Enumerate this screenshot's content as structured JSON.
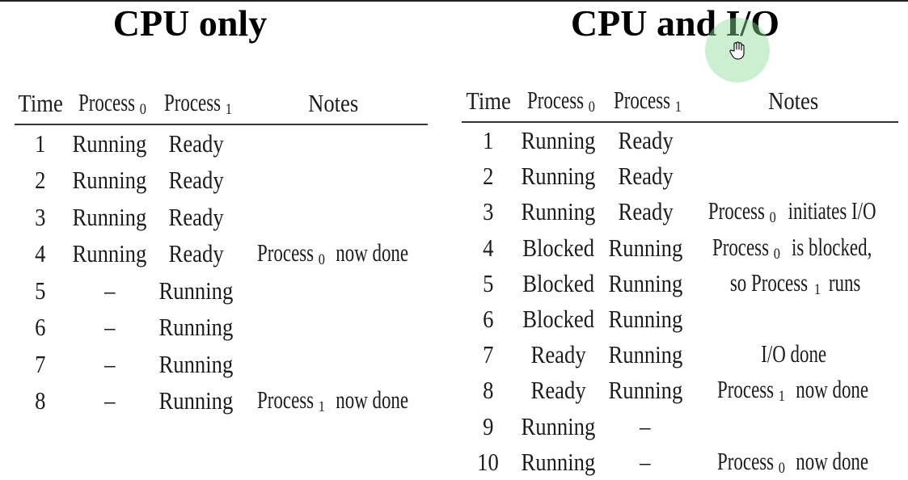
{
  "titles": {
    "left": "CPU only",
    "right": "CPU and I/O"
  },
  "left_table": {
    "headers": {
      "time": "Time",
      "process0": {
        "base": "Process",
        "sub": "0"
      },
      "process1": {
        "base": "Process",
        "sub": "1"
      },
      "notes": "Notes"
    },
    "rows": [
      {
        "time": "1",
        "p0": "Running",
        "p1": "Ready",
        "note": {
          "pre": "",
          "sub": "",
          "post": ""
        }
      },
      {
        "time": "2",
        "p0": "Running",
        "p1": "Ready",
        "note": {
          "pre": "",
          "sub": "",
          "post": ""
        }
      },
      {
        "time": "3",
        "p0": "Running",
        "p1": "Ready",
        "note": {
          "pre": "",
          "sub": "",
          "post": ""
        }
      },
      {
        "time": "4",
        "p0": "Running",
        "p1": "Ready",
        "note": {
          "pre": "Process",
          "sub": "0",
          "post": " now done"
        }
      },
      {
        "time": "5",
        "p0": "–",
        "p1": "Running",
        "note": {
          "pre": "",
          "sub": "",
          "post": ""
        }
      },
      {
        "time": "6",
        "p0": "–",
        "p1": "Running",
        "note": {
          "pre": "",
          "sub": "",
          "post": ""
        }
      },
      {
        "time": "7",
        "p0": "–",
        "p1": "Running",
        "note": {
          "pre": "",
          "sub": "",
          "post": ""
        }
      },
      {
        "time": "8",
        "p0": "–",
        "p1": "Running",
        "note": {
          "pre": "Process",
          "sub": "1",
          "post": " now done"
        }
      }
    ]
  },
  "right_table": {
    "headers": {
      "time": "Time",
      "process0": {
        "base": "Process",
        "sub": "0"
      },
      "process1": {
        "base": "Process",
        "sub": "1"
      },
      "notes": "Notes"
    },
    "rows": [
      {
        "time": "1",
        "p0": "Running",
        "p1": "Ready",
        "note": {
          "pre": "",
          "sub": "",
          "post": ""
        }
      },
      {
        "time": "2",
        "p0": "Running",
        "p1": "Ready",
        "note": {
          "pre": "",
          "sub": "",
          "post": ""
        }
      },
      {
        "time": "3",
        "p0": "Running",
        "p1": "Ready",
        "note": {
          "pre": "Process",
          "sub": "0",
          "post": " initiates I/O"
        }
      },
      {
        "time": "4",
        "p0": "Blocked",
        "p1": "Running",
        "note": {
          "pre": "Process",
          "sub": "0",
          "post": " is blocked,"
        }
      },
      {
        "time": "5",
        "p0": "Blocked",
        "p1": "Running",
        "note": {
          "pre": "so Process",
          "sub": "1",
          "post": " runs"
        }
      },
      {
        "time": "6",
        "p0": "Blocked",
        "p1": "Running",
        "note": {
          "pre": "",
          "sub": "",
          "post": ""
        }
      },
      {
        "time": "7",
        "p0": "Ready",
        "p1": "Running",
        "note": {
          "pre": "I/O done",
          "sub": "",
          "post": ""
        }
      },
      {
        "time": "8",
        "p0": "Ready",
        "p1": "Running",
        "note": {
          "pre": "Process",
          "sub": "1",
          "post": " now done"
        }
      },
      {
        "time": "9",
        "p0": "Running",
        "p1": "–",
        "note": {
          "pre": "",
          "sub": "",
          "post": ""
        }
      },
      {
        "time": "10",
        "p0": "Running",
        "p1": "–",
        "note": {
          "pre": "Process",
          "sub": "0",
          "post": " now done"
        }
      }
    ]
  },
  "cursor": {
    "icon": "hand-pointer-icon",
    "highlight_color": "#8cdc96"
  }
}
